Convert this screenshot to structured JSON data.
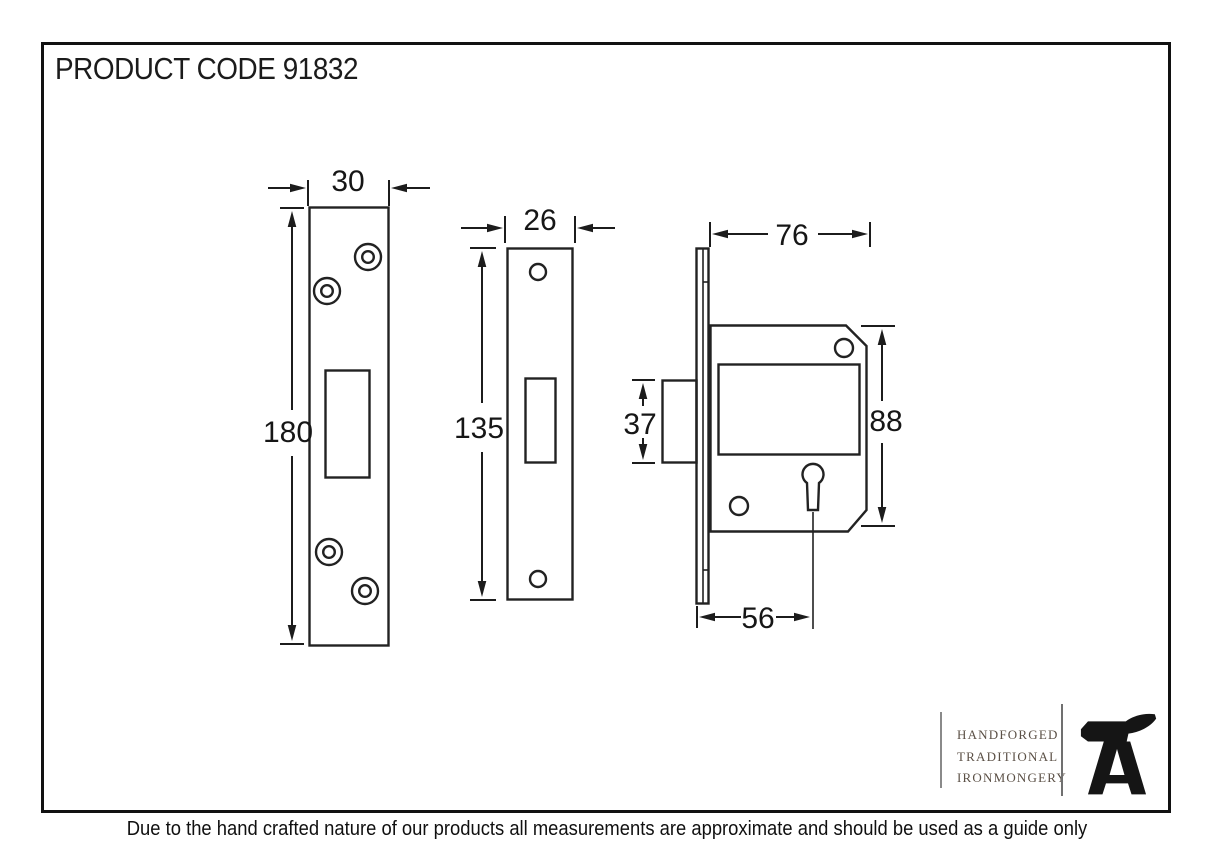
{
  "page": {
    "title": "PRODUCT CODE 91832",
    "disclaimer": "Due to the hand crafted nature of our products all measurements are approximate and should be used as a guide only"
  },
  "views": {
    "strike_plate": {
      "width": "30",
      "height": "180"
    },
    "faceplate": {
      "width": "26",
      "height": "135"
    },
    "lock_case": {
      "depth": "76",
      "height": "88",
      "bolt_height": "37",
      "backset": "56"
    }
  },
  "logo": {
    "lines": [
      "HANDFORGED",
      "TRADITIONAL",
      "IRONMONGERY"
    ],
    "icon": "anvil-a-logo",
    "text_color": "#5b5046"
  },
  "colors": {
    "line": "#222222",
    "frame": "#111111",
    "background": "#ffffff",
    "logo_mark": "#151515"
  }
}
